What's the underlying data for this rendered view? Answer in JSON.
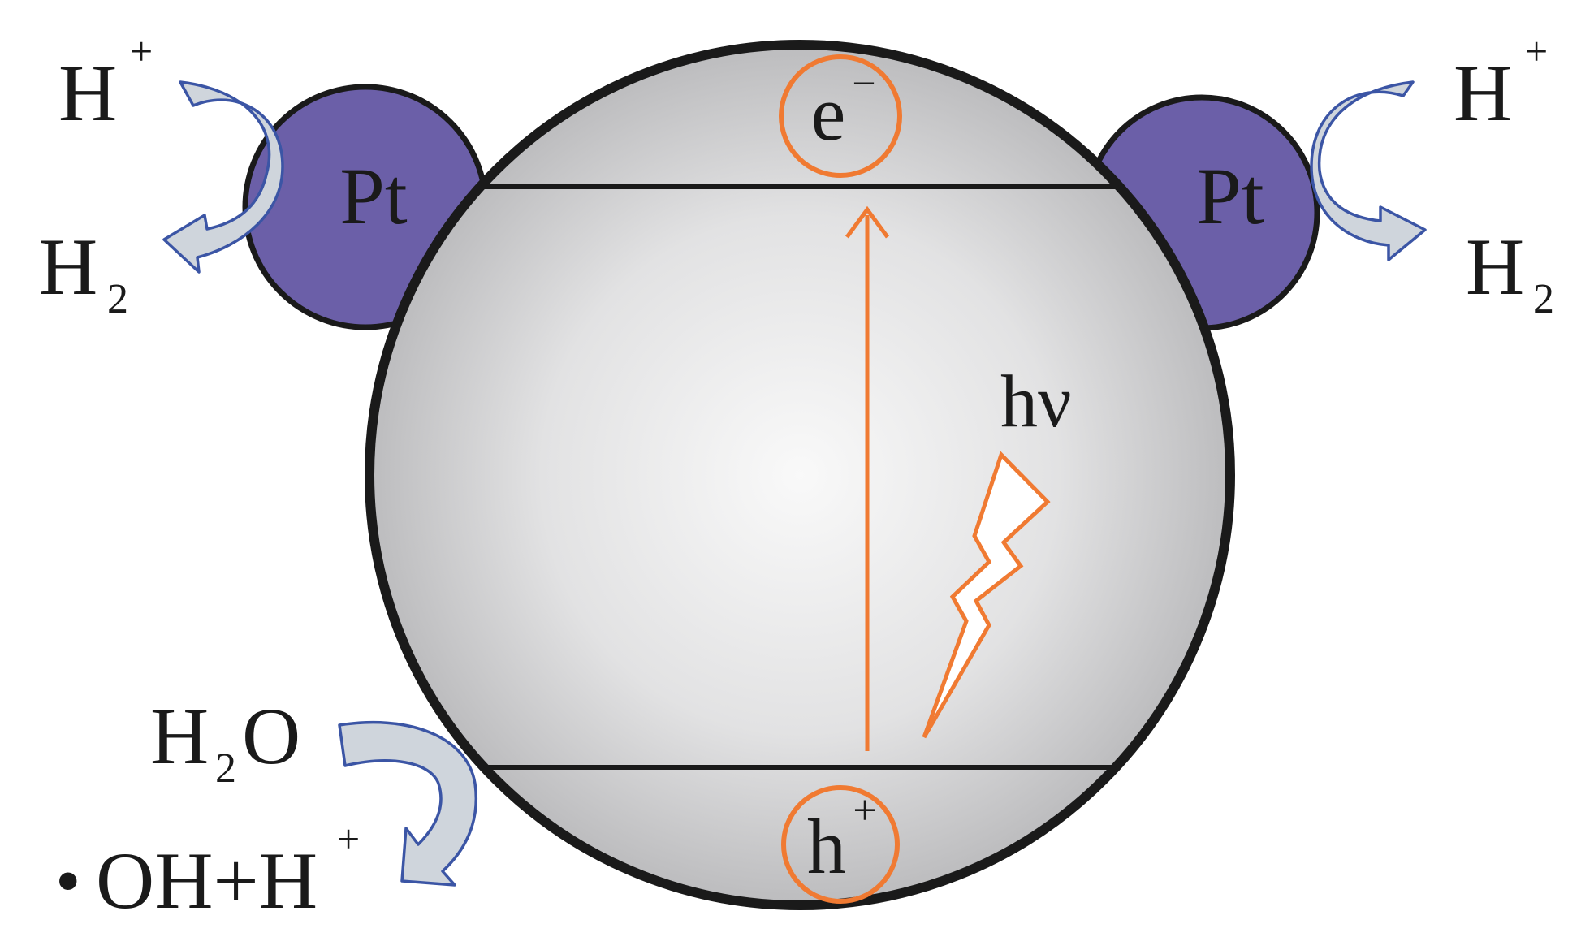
{
  "labels": {
    "pt_left": "Pt",
    "pt_right": "Pt",
    "electron": {
      "base": "e",
      "charge": "−"
    },
    "hole": {
      "base": "h",
      "charge": "+"
    },
    "photon": "hν",
    "left_top": {
      "proton": {
        "base": "H",
        "charge": "+"
      },
      "hydrogen": {
        "base": "H",
        "sub": "2"
      }
    },
    "right_top": {
      "proton": {
        "base": "H",
        "charge": "+"
      },
      "hydrogen": {
        "base": "H",
        "sub": "2"
      }
    },
    "bottom_left": {
      "water": {
        "h": "H",
        "sub": "2",
        "o": "O"
      },
      "products": {
        "dot": "•",
        "main": "OH+H",
        "charge": "+"
      }
    }
  },
  "colors": {
    "particle_fill_center": "#f7f7f7",
    "particle_fill_edge": "#bdbdbf",
    "outline": "#1a1a1a",
    "platinum": "#6b5fa8",
    "orange": "#f07a32",
    "arrow_fill": "#cfd5dc",
    "arrow_stroke": "#3b55a5"
  }
}
